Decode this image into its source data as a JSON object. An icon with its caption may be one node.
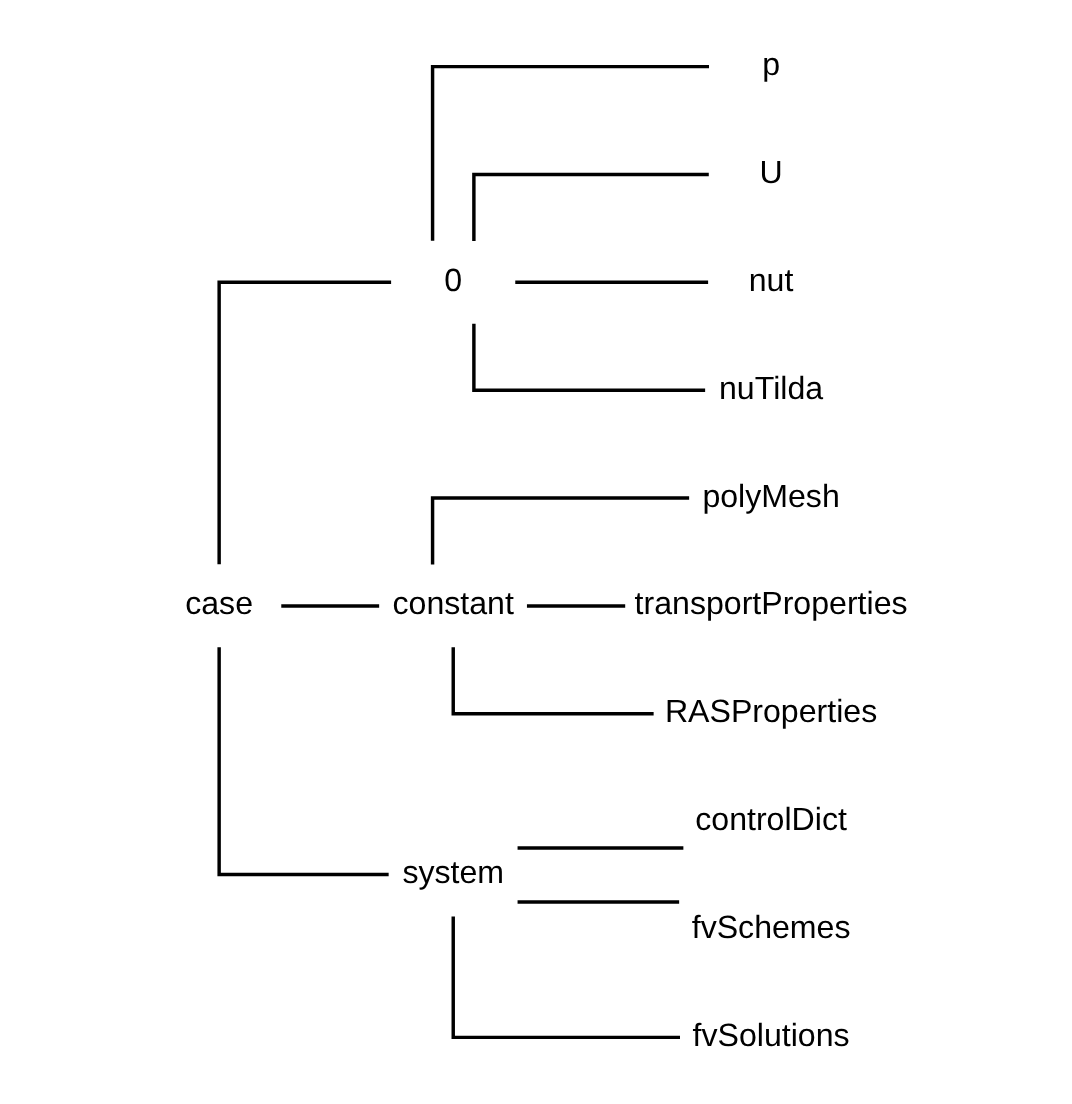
{
  "diagram": {
    "nodes": [
      {
        "text": [
          "case"
        ]
      },
      {
        "text": [
          "0"
        ]
      },
      {
        "text": [
          "constant"
        ]
      },
      {
        "text": [
          "system"
        ]
      },
      {
        "text": [
          "p"
        ]
      },
      {
        "text": [
          "U"
        ]
      },
      {
        "text": [
          "nut"
        ]
      },
      {
        "text": [
          "nuTilda"
        ]
      },
      {
        "text": [
          "polyMesh"
        ]
      },
      {
        "text": [
          "transportProperties"
        ]
      },
      {
        "text": [
          "RASProperties"
        ]
      },
      {
        "text": [
          "controlDict"
        ]
      },
      {
        "text": [
          "fvSchemes"
        ]
      },
      {
        "text": [
          "fvSolutions"
        ]
      }
    ],
    "edges": [
      {
        "from": 0,
        "to": 1,
        "arrow": "none"
      },
      {
        "from": 0,
        "to": 2,
        "arrow": "none"
      },
      {
        "from": 0,
        "to": 3,
        "arrow": "none"
      },
      {
        "from": 1,
        "to": 4,
        "arrow": "none"
      },
      {
        "from": 1,
        "to": 5,
        "arrow": "none"
      },
      {
        "from": 1,
        "to": 6,
        "arrow": "none"
      },
      {
        "from": 1,
        "to": 7,
        "arrow": "none"
      },
      {
        "from": 2,
        "to": 8,
        "arrow": "none"
      },
      {
        "from": 2,
        "to": 9,
        "arrow": "none"
      },
      {
        "from": 2,
        "to": 10,
        "arrow": "none"
      },
      {
        "from": 3,
        "to": 11,
        "arrow": "none"
      },
      {
        "from": 3,
        "to": 12,
        "arrow": "none"
      },
      {
        "from": 3,
        "to": 13,
        "arrow": "none"
      }
    ]
  }
}
